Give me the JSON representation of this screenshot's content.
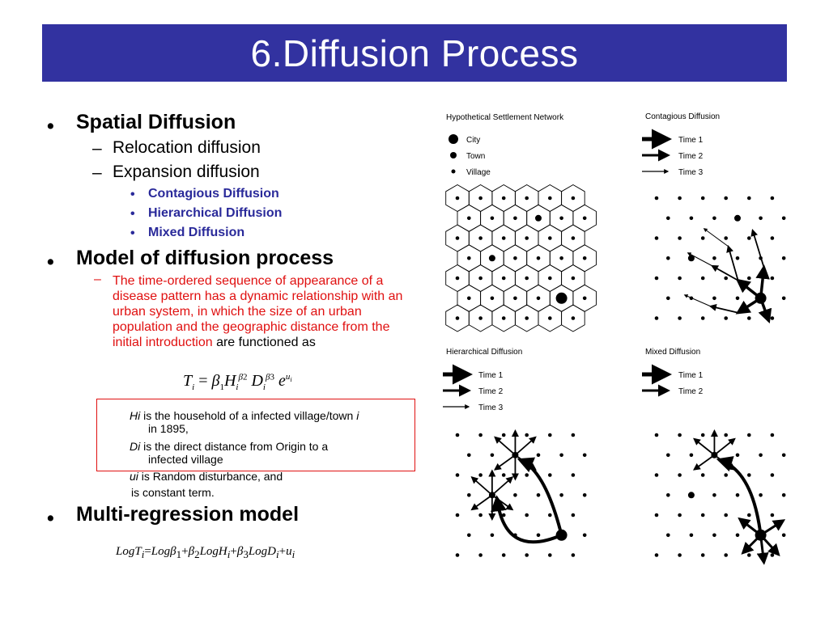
{
  "slide": {
    "title": "6.Diffusion Process",
    "bullet_symbol": "•",
    "dash_symbol": "–",
    "items": {
      "spatial": "Spatial Diffusion",
      "relocation": "Relocation diffusion",
      "expansion": "Expansion diffusion",
      "contagious": "Contagious Diffusion",
      "hierarchical": "Hierarchical Diffusion",
      "mixed": "Mixed Diffusion",
      "model": "Model of diffusion process",
      "description_red": "The time-ordered sequence of appearance of a disease pattern has a dynamic relationship with an urban system, in which the size of an urban population and the geographic distance from the initial introduction",
      "description_black": "are functioned as",
      "multireg": "Multi-regression model"
    },
    "notes": {
      "hi_var": "Hi",
      "hi_text": "is the household of a infected village/town",
      "hi_i": "i",
      "hi_text2": "in 1895,",
      "di_var": "Di",
      "di_text": "is the direct distance from Origin to a",
      "di_text2": "infected village",
      "ui_var": "ui",
      "ui_text": "is Random disturbance, and",
      "const_text": "is constant term."
    },
    "formula1": {
      "T": "T",
      "i": "i",
      "eq": "=",
      "beta": "β",
      "one": "1",
      "H": "H",
      "two": "2",
      "D": "D",
      "three": "3",
      "e": "e",
      "u": "u"
    },
    "formula2": {
      "text": "LogT",
      "sub_i": "i",
      "eq": "=",
      "log": "Log",
      "beta": "β",
      "one": "1",
      "plus": "+",
      "two": "2",
      "logh": "LogH",
      "three": "3",
      "logd": "LogD",
      "u": "u"
    }
  },
  "diagrams": {
    "panels": [
      {
        "title": "Hypothetical Settlement Network",
        "legend": [
          {
            "label": "City"
          },
          {
            "label": "Town"
          },
          {
            "label": "Village"
          }
        ]
      },
      {
        "title": "Contagious Diffusion",
        "legend": [
          {
            "label": "Time 1"
          },
          {
            "label": "Time 2"
          },
          {
            "label": "Time 3"
          }
        ]
      },
      {
        "title": "Hierarchical Diffusion",
        "legend": [
          {
            "label": "Time 1"
          },
          {
            "label": "Time 2"
          },
          {
            "label": "Time 3"
          }
        ]
      },
      {
        "title": "Mixed Diffusion",
        "legend": [
          {
            "label": "Time 1"
          },
          {
            "label": "Time 2"
          }
        ]
      }
    ]
  }
}
